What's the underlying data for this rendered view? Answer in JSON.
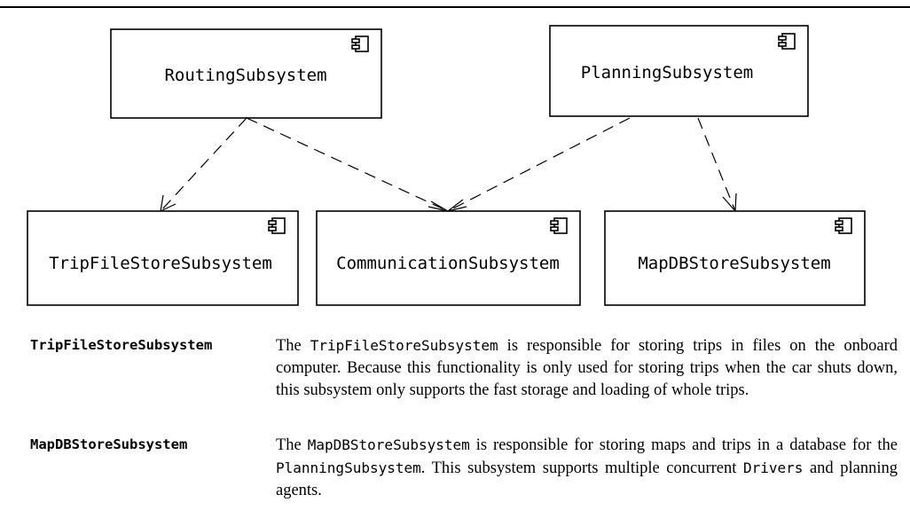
{
  "components": {
    "routing": "RoutingSubsystem",
    "planning": "PlanningSubsystem",
    "tripfile": "TripFileStoreSubsystem",
    "communication": "CommunicationSubsystem",
    "mapdb": "MapDBStoreSubsystem"
  },
  "dependencies": [
    {
      "from": "RoutingSubsystem",
      "to": "TripFileStoreSubsystem"
    },
    {
      "from": "RoutingSubsystem",
      "to": "CommunicationSubsystem"
    },
    {
      "from": "PlanningSubsystem",
      "to": "CommunicationSubsystem"
    },
    {
      "from": "PlanningSubsystem",
      "to": "MapDBStoreSubsystem"
    }
  ],
  "descriptions": {
    "tripfile": {
      "term": "TripFileStoreSubsystem",
      "t1": "The ",
      "m1": "TripFileStoreSubsystem",
      "t2": " is responsible for storing trips in files on the onboard computer. Because this functionality is only used for storing trips when the car shuts down, this subsystem only supports the fast storage and loading of whole trips."
    },
    "mapdb": {
      "term": "MapDBStoreSubsystem",
      "t1": "The ",
      "m1": "MapDBStoreSubsystem",
      "t2": " is responsible for storing maps and trips in a database for the ",
      "m2": "PlanningSubsystem",
      "t3": ". This subsystem supports multiple concurrent ",
      "m3": "Drivers",
      "t4": " and planning agents."
    }
  },
  "colors": {
    "ink": "#000000",
    "background": "#ffffff"
  },
  "icons": [
    "component-icon"
  ]
}
